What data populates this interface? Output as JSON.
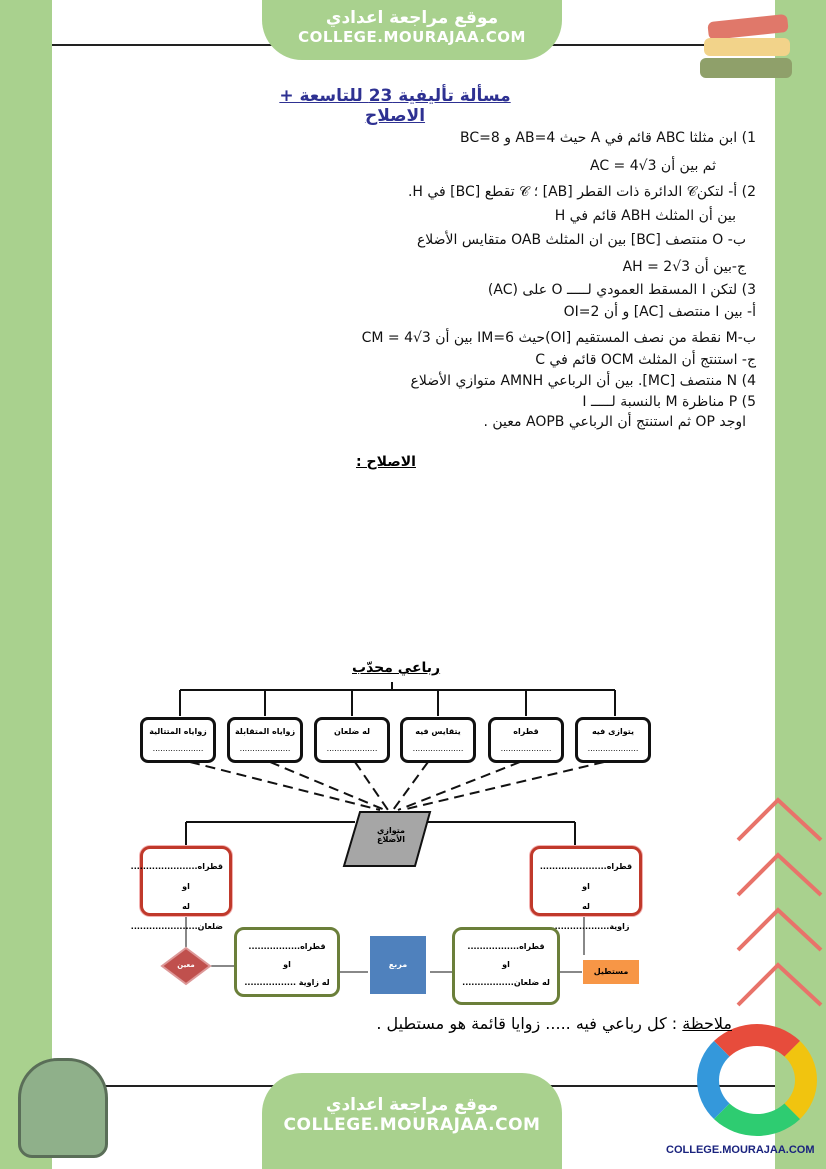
{
  "header": {
    "site_ar": "موقع مراجعة اعدادي",
    "site_en": "COLLEGE.MOURAJAA.COM"
  },
  "footer": {
    "site_ar": "موقع مراجعة اعدادي",
    "site_en": "COLLEGE.MOURAJAA.COM",
    "logo_text": "COLLEGE.MOURAJAA.COM"
  },
  "title": "مسألة تأليفية 23 للتاسعة + الاصلاح",
  "questions": [
    "1) ابن مثلثا ABC قائم في A حيث AB=4 و BC=8",
    "ثم بين أن AC = 4√3",
    "2) أ- لتكن𝒞 الدائرة ذات القطر [AB] ؛ 𝒞 تقطع [BC] في H.",
    "بين أن المثلث ABH قائم في H",
    "ب- O منتصف [BC] بين ان المثلث OAB متقايس الأضلاع",
    "ج-بين أن AH = 2√3",
    "3) لتكن I المسقط العمودي لـــــ O على (AC)",
    "أ- بين I منتصف [AC] و أن OI=2",
    "ب-M نقطة من نصف المستقيم [OI)حيث IM=6 بين أن CM = 4√3",
    "ج- استنتج أن المثلث OCM قائم في C",
    "4) N منتصف [MC]. بين أن الرباعي AMNH متوازي الأضلاع",
    "5) P مناظرة M بالنسبة لـــــ I",
    "اوجد OP ثم استنتج أن الرباعي AOPB معين ."
  ],
  "correction_label": "الاصلاح :",
  "diagram": {
    "root": "رباعي محدّب",
    "properties": [
      "زواياه المتتالية",
      "زواياه المتقابلة",
      "له ضلعان",
      "يتقايس فيه",
      "قطراه",
      "يتوازى فيه"
    ],
    "dots": "....................",
    "center": "متوازي الأضلاع",
    "left_box": [
      "قطراه......................",
      "او",
      "له ضلعان......................"
    ],
    "right_box": [
      "قطراه......................",
      "او",
      "له زاوية......................"
    ],
    "rhombus": "معين",
    "rectangle": "مستطيل",
    "square": "مربع",
    "green_left": [
      "قطراه.................",
      "او",
      "له زاوية ................."
    ],
    "green_right": [
      "قطراه.................",
      "او",
      "له ضلعان................."
    ]
  },
  "note": {
    "label": "ملاحظة",
    "text": " : كل رباعي فيه ..... زوايا قائمة هو مستطيل ."
  },
  "colors": {
    "frame": "#a9d18e",
    "title": "#2e3192",
    "rhombus": "#c0504d",
    "rectangle": "#f79646",
    "square": "#4f81bd",
    "parallelogram": "#a6a6a6"
  }
}
